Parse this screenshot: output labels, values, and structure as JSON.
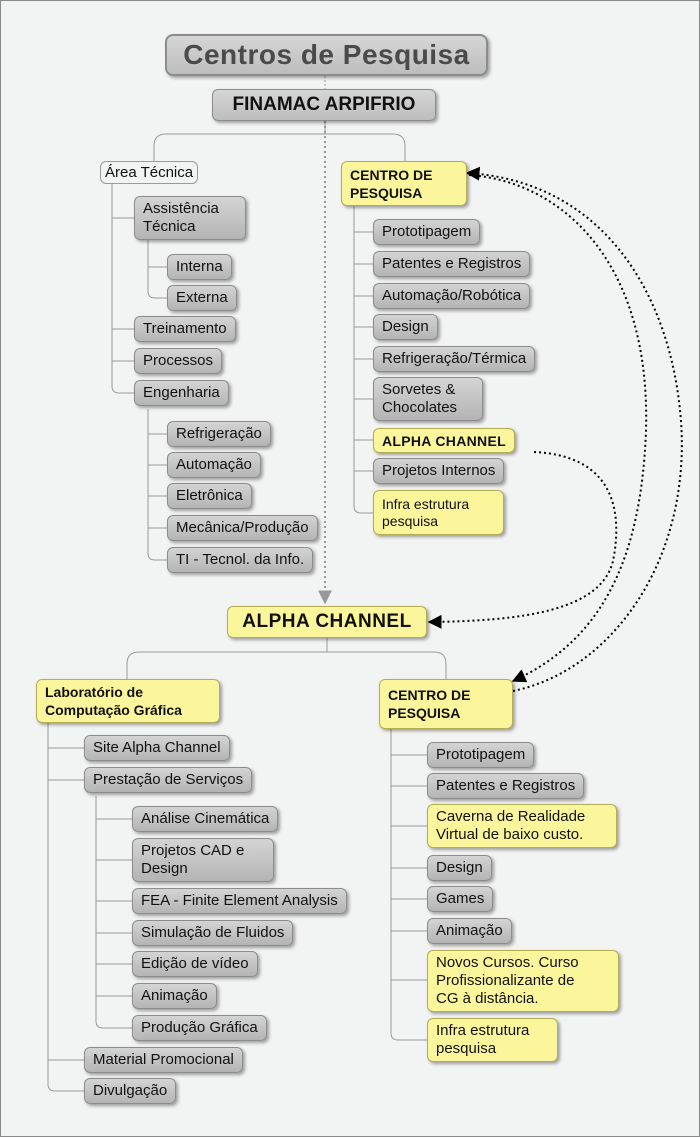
{
  "title": "Centros de Pesquisa",
  "finamac": {
    "name": "FINAMAC ARPIFRIO",
    "area_tecnica": {
      "label": "Área Técnica",
      "assistencia": "Assistência\nTécnica",
      "interna": "Interna",
      "externa": "Externa",
      "treinamento": "Treinamento",
      "processos": "Processos",
      "engenharia": "Engenharia",
      "eng_items": [
        "Refrigeração",
        "Automação",
        "Eletrônica",
        "Mecânica/Produção",
        "TI - Tecnol. da Info."
      ]
    },
    "centro": {
      "label": "CENTRO DE\nPESQUISA",
      "items": [
        "Prototipagem",
        "Patentes e Registros",
        "Automação/Robótica",
        "Design",
        "Refrigeração/Térmica",
        "Sorvetes &\nChocolates",
        "ALPHA CHANNEL",
        "Projetos Internos",
        "Infra estrutura\npesquisa"
      ]
    }
  },
  "alpha": {
    "name": "ALPHA CHANNEL",
    "lab": {
      "label": "Laboratório de\nComputação Gráfica",
      "site": "Site Alpha Channel",
      "prestacao": "Prestação de Serviços",
      "servicos": [
        "Análise Cinemática",
        "Projetos CAD e\nDesign",
        "FEA - Finite Element Analysis",
        "Simulação de Fluidos",
        "Edição de vídeo",
        "Animação",
        "Produção Gráfica"
      ],
      "material": "Material Promocional",
      "divulgacao": "Divulgação"
    },
    "centro": {
      "label": "CENTRO DE\nPESQUISA",
      "items": [
        "Prototipagem",
        "Patentes e Registros",
        "Caverna de Realidade\nVirtual de baixo custo.",
        "Design",
        "Games",
        "Animação",
        "Novos Cursos. Curso\nProfissionalizante de\nCG à distância.",
        "Infra estrutura\npesquisa"
      ]
    }
  }
}
